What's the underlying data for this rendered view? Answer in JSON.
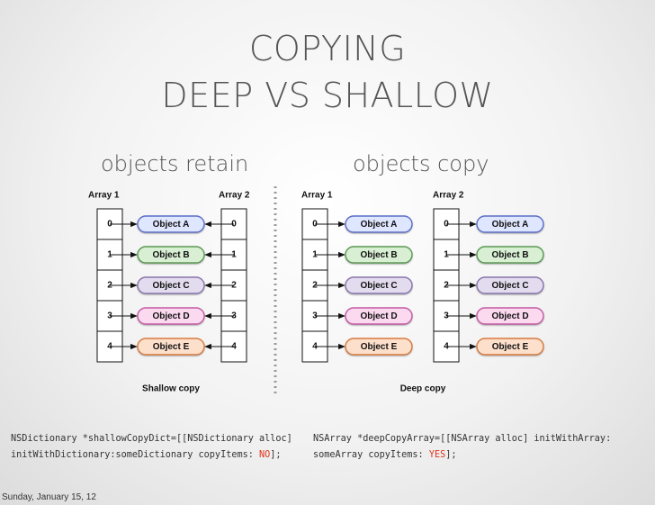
{
  "title_line1": "COPYING",
  "title_line2": "DEEP VS SHALLOW",
  "left_section": {
    "heading": "objects retain",
    "array1_label": "Array 1",
    "array2_label": "Array 2",
    "indices": [
      "0",
      "1",
      "2",
      "3",
      "4"
    ],
    "objects": [
      "Object A",
      "Object B",
      "Object C",
      "Object D",
      "Object E"
    ],
    "caption": "Shallow copy"
  },
  "right_section": {
    "heading": "objects copy",
    "array1_label": "Array 1",
    "array2_label": "Array 2",
    "indices": [
      "0",
      "1",
      "2",
      "3",
      "4"
    ],
    "objects": [
      "Object A",
      "Object B",
      "Object C",
      "Object D",
      "Object E"
    ],
    "caption": "Deep copy"
  },
  "object_colors": [
    {
      "fill": "#dfe6ff",
      "stroke": "#5b6ec8"
    },
    {
      "fill": "#d9efd4",
      "stroke": "#5a9a52"
    },
    {
      "fill": "#e3dcee",
      "stroke": "#8a74ad"
    },
    {
      "fill": "#fbd9ef",
      "stroke": "#c45aa3"
    },
    {
      "fill": "#fde0cc",
      "stroke": "#d77a3c"
    }
  ],
  "code_left": {
    "line1": "NSDictionary *shallowCopyDict=[[NSDictionary alloc]",
    "line2_prefix": "initWithDictionary:someDictionary copyItems: ",
    "line2_value": "NO",
    "line2_suffix": "];"
  },
  "code_right": {
    "line1": "NSArray *deepCopyArray=[[NSArray alloc] initWithArray:",
    "line2_prefix": "someArray copyItems: ",
    "line2_value": "YES",
    "line2_suffix": "];"
  },
  "footer": "Sunday, January 15, 12"
}
